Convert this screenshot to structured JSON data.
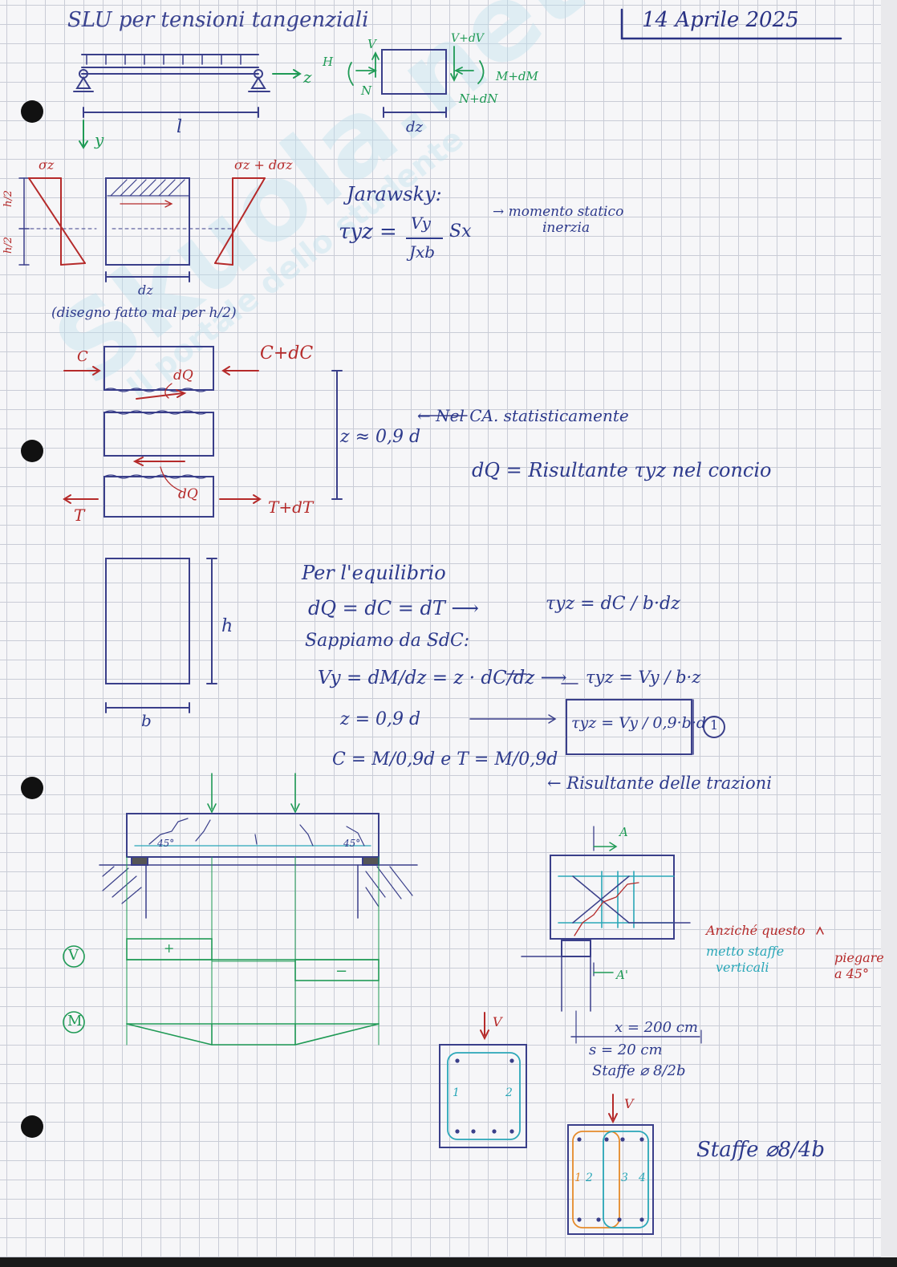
{
  "header": {
    "title": "SLU per tensioni tangenziali",
    "date": "14 Aprile 2025"
  },
  "watermark": {
    "site": "Skuola.net",
    "tagline": "Il portale dello studente"
  },
  "beam": {
    "z": "z",
    "y": "y",
    "l": "l",
    "dz": "dz"
  },
  "element_forces": {
    "V": "V",
    "H": "H",
    "N": "N",
    "V_dV": "V+dV",
    "M_dM": "M+dM",
    "N_dN": "N+dN"
  },
  "stress": {
    "sigma_z": "σz",
    "sigma_z_dz": "σz + dσz",
    "h2_top": "h/2",
    "h2_bottom": "h/2",
    "dz": "dz",
    "note": "(disegno fatto mal per h/2)"
  },
  "jourawsky": {
    "label": "Jarawsky:",
    "formula_lhs": "τyz =",
    "num": "Vy",
    "den": "Jxb",
    "sx": "Sx",
    "note_1": "→ momento statico",
    "note_2": "inerzia"
  },
  "strip": {
    "C": "C",
    "C_dC": "C+dC",
    "dQ_top": "dQ",
    "dQ_bottom": "dQ",
    "T": "T",
    "T_dT": "T+dT",
    "z_approx": "z ≈ 0,9 d",
    "ca_note": "← Nel CA. statisticamente",
    "dq_def": "dQ = Risultante τyz nel concio"
  },
  "section": {
    "h": "h",
    "b": "b"
  },
  "equilibrium": {
    "line1": "Per l'equilibrio",
    "line2": "dQ = dC = dT  ⟶",
    "line2_res": "τyz = dC / b·dz",
    "line3": "Sappiamo da SdC:",
    "line4": "Vy = dM/dz = z · dC/dz  ⟶",
    "line4_res": "τyz = Vy / b·z",
    "line5": "z = 0,9 d",
    "boxed": "τyz = Vy / 0,9·b·d",
    "circled": "1",
    "line6": "C = M/0,9d  e  T = M/0,9d",
    "line6_note": "← Risultante delle trazioni"
  },
  "diagrams": {
    "V": "V",
    "M": "M",
    "plus": "+",
    "minus": "−",
    "angle_left": "45°",
    "angle_right": "45°"
  },
  "detail": {
    "A": "A",
    "A1": "A'",
    "note_red_1": "Anziché questo",
    "note_red_2": "piegare",
    "note_red_3": "a 45°",
    "note_teal_1": "metto staffe",
    "note_teal_2": "verticali",
    "x": "x = 200 cm",
    "s": "s = 20 cm",
    "staffe_2b": "Staffe ⌀ 8/2b",
    "staffe_4b": "Staffe ⌀8/4b",
    "V1": "V",
    "V2": "V",
    "leg1": "1",
    "leg2": "2",
    "leg_a": "1",
    "leg_b": "2",
    "leg_c": "3",
    "leg_d": "4"
  },
  "colors": {
    "blue_ink": "#2d3a8c",
    "red_ink": "#b52a2a",
    "green_ink": "#1f9a55",
    "teal_ink": "#2aa7b8",
    "orange_ink": "#e58a2a",
    "grid": "#c9ccd6"
  }
}
